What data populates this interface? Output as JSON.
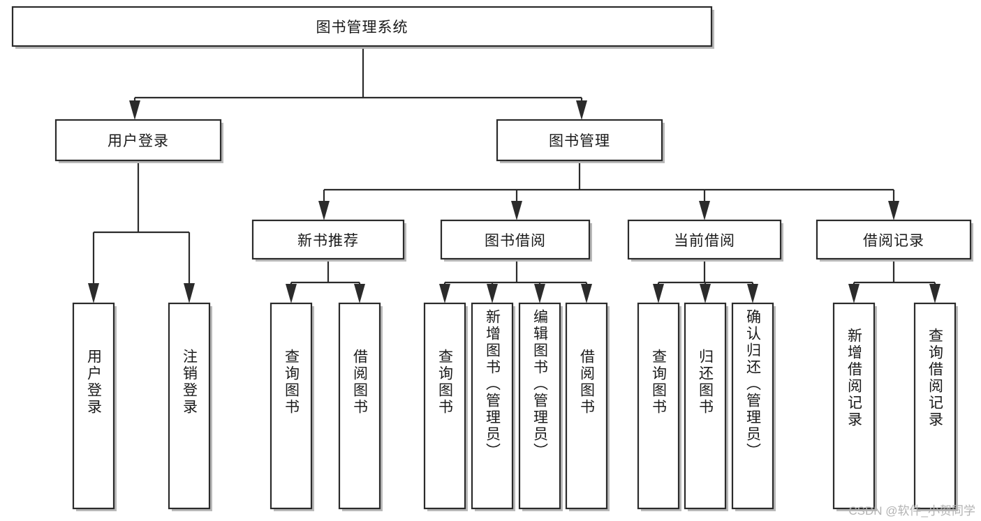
{
  "diagram": {
    "type": "tree-hierarchy",
    "title": "图书管理系统",
    "watermark": "CSDN @软件_小贺同学",
    "colors": {
      "stroke": "#2b2b2b",
      "fill": "#ffffff",
      "text": "#1a1a1a",
      "shadow": "#b9b9b9",
      "watermark": "#b3b3b3"
    },
    "levels": {
      "root": {
        "label": "图书管理系统"
      },
      "level2": [
        {
          "label": "用户登录"
        },
        {
          "label": "图书管理"
        }
      ],
      "level3": [
        {
          "label": "新书推荐"
        },
        {
          "label": "图书借阅"
        },
        {
          "label": "当前借阅"
        },
        {
          "label": "借阅记录"
        }
      ]
    },
    "nodes": {
      "root": "图书管理系统",
      "user_login": "用户登录",
      "book_manage": "图书管理",
      "new_book_rec": "新书推荐",
      "book_borrow": "图书借阅",
      "current_borrow": "当前借阅",
      "borrow_record": "借阅记录",
      "leaf_user_login": "用户登录",
      "leaf_logout": "注销登录",
      "leaf_query_book_a": "查询图书",
      "leaf_borrow_book_a": "借阅图书",
      "leaf_query_book_b": "查询图书",
      "leaf_add_book": "新增图书（管理员）",
      "leaf_edit_book": "编辑图书（管理员）",
      "leaf_borrow_book_b": "借阅图书",
      "leaf_query_book_c": "查询图书",
      "leaf_return_book": "归还图书",
      "leaf_confirm_return": "确认归还（管理员）",
      "leaf_add_record": "新增借阅记录",
      "leaf_query_record": "查询借阅记录"
    }
  }
}
